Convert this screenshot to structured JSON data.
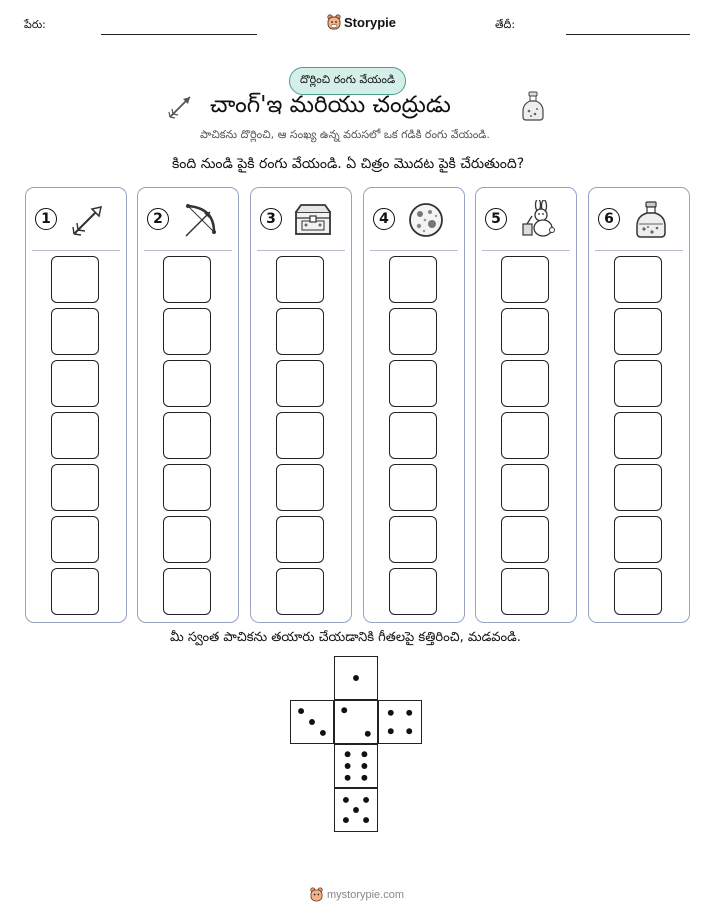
{
  "header": {
    "name_label": "పేరు:",
    "date_label": "తేదీ:",
    "brand": "Storypie"
  },
  "badge": "దొర్లించి రంగు వేయండి",
  "title": "చాంగ్'ఇ మరియు చంద్రుడు",
  "subtitle": "పాచికను దొర్లించి, ఆ సంఖ్య ఉన్న వరుసలో ఒక గడికి రంగు వేయండి.",
  "instruction": "కింది నుండి పైకి రంగు వేయండి. ఏ చిత్రం మొదట పైకి చేరుతుంది?",
  "columns": [
    {
      "number": "1",
      "icon": "arrow-icon"
    },
    {
      "number": "2",
      "icon": "bow-icon"
    },
    {
      "number": "3",
      "icon": "chest-icon"
    },
    {
      "number": "4",
      "icon": "moon-icon"
    },
    {
      "number": "5",
      "icon": "rabbit-icon"
    },
    {
      "number": "6",
      "icon": "potion-bottle-icon"
    }
  ],
  "cells_per_column": 7,
  "cut_instruction": "మీ స్వంత పాచికను తయారు చేయడానికి గీతలపై కత్తిరించి, మడవండి.",
  "dice_faces": [
    1,
    3,
    4,
    6,
    5
  ],
  "footer": {
    "url": "mystorypie.com"
  },
  "colors": {
    "badge_border": "#4a9f8b",
    "badge_fill": "#d3efe8",
    "column_border": "#9aa2c4"
  }
}
